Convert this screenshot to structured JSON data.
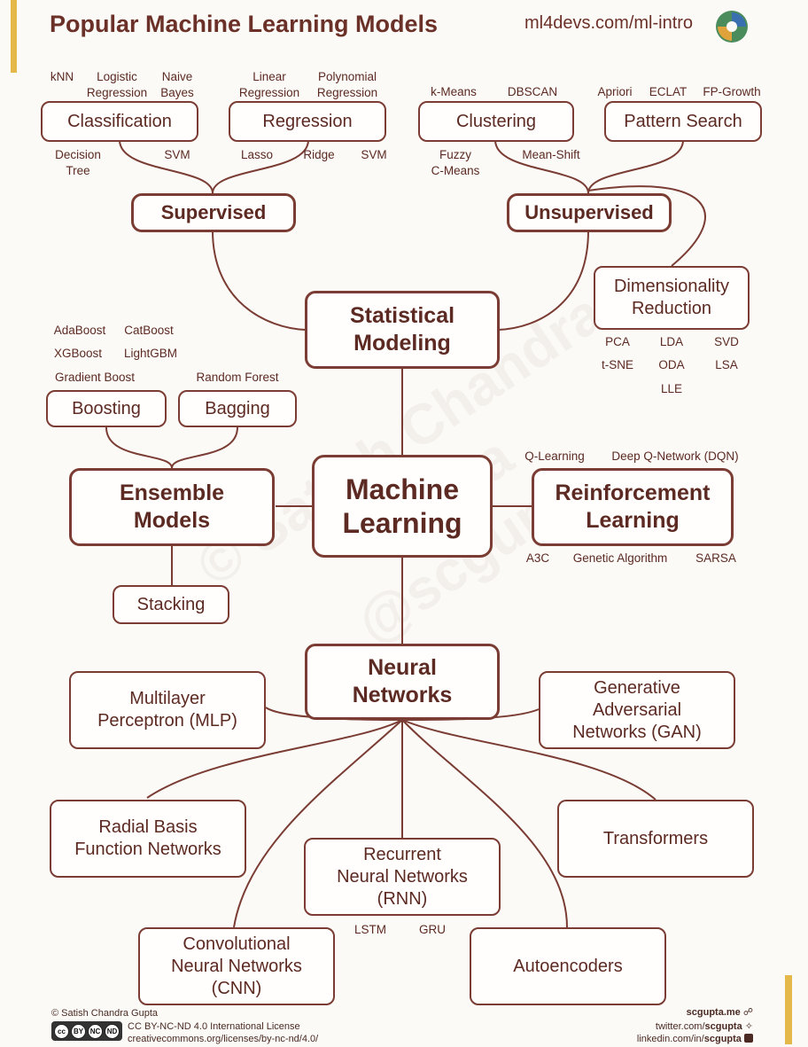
{
  "header": {
    "title": "Popular Machine Learning Models",
    "url": "ml4devs.com/ml-intro"
  },
  "watermark": {
    "text": "© Satish Chandra Gupta\n@scgupta"
  },
  "nodes": {
    "machine_learning": "Machine\nLearning",
    "statistical_modeling": "Statistical\nModeling",
    "supervised": "Supervised",
    "unsupervised": "Unsupervised",
    "classification": "Classification",
    "regression": "Regression",
    "clustering": "Clustering",
    "pattern_search": "Pattern Search",
    "dimensionality_reduction": "Dimensionality\nReduction",
    "ensemble_models": "Ensemble\nModels",
    "boosting": "Boosting",
    "bagging": "Bagging",
    "stacking": "Stacking",
    "reinforcement_learning": "Reinforcement\nLearning",
    "neural_networks": "Neural\nNetworks",
    "mlp": "Multilayer\nPerceptron (MLP)",
    "gan": "Generative\nAdversarial\nNetworks (GAN)",
    "rbfn": "Radial Basis\nFunction Networks",
    "transformers": "Transformers",
    "rnn": "Recurrent\nNeural Networks\n(RNN)",
    "cnn": "Convolutional\nNeural Networks\n(CNN)",
    "autoencoders": "Autoencoders"
  },
  "labels": {
    "knn": "kNN",
    "logistic_regression": "Logistic\nRegression",
    "naive_bayes": "Naive\nBayes",
    "linear_regression": "Linear\nRegression",
    "polynomial_regression": "Polynomial\nRegression",
    "decision_tree": "Decision\nTree",
    "svm_classification": "SVM",
    "lasso": "Lasso",
    "ridge": "Ridge",
    "svm_regression": "SVM",
    "k_means": "k-Means",
    "dbscan": "DBSCAN",
    "fuzzy_c_means": "Fuzzy\nC-Means",
    "mean_shift": "Mean-Shift",
    "apriori": "Apriori",
    "eclat": "ECLAT",
    "fp_growth": "FP-Growth",
    "pca": "PCA",
    "lda": "LDA",
    "svd": "SVD",
    "t_sne": "t-SNE",
    "oda": "ODA",
    "lsa": "LSA",
    "lle": "LLE",
    "adaboost": "AdaBoost",
    "catboost": "CatBoost",
    "xgboost": "XGBoost",
    "lightgbm": "LightGBM",
    "gradient_boost": "Gradient Boost",
    "random_forest": "Random Forest",
    "q_learning": "Q-Learning",
    "deep_q_network": "Deep Q-Network (DQN)",
    "a3c": "A3C",
    "genetic_algorithm": "Genetic Algorithm",
    "sarsa": "SARSA",
    "lstm": "LSTM",
    "gru": "GRU"
  },
  "footer": {
    "author": "© Satish Chandra Gupta",
    "license": "CC BY-NC-ND 4.0 International License",
    "license_url": "creativecommons.org/licenses/by-nc-nd/4.0/",
    "cc_badge": [
      "cc",
      "BY",
      "NC",
      "ND"
    ],
    "site": "scgupta.me",
    "twitter_prefix": "twitter.com/",
    "twitter_handle": "scgupta",
    "linkedin_prefix": "linkedin.com/in/",
    "linkedin_handle": "scgupta"
  },
  "colors": {
    "accent": "#e5b84a",
    "line": "#7a3c33",
    "text": "#5c2a22",
    "background": "#fbfaf7"
  },
  "icons": {
    "logo": "swirl-logo-icon",
    "globe": "globe-icon",
    "twitter": "twitter-bird-icon",
    "linkedin": "linkedin-icon"
  }
}
